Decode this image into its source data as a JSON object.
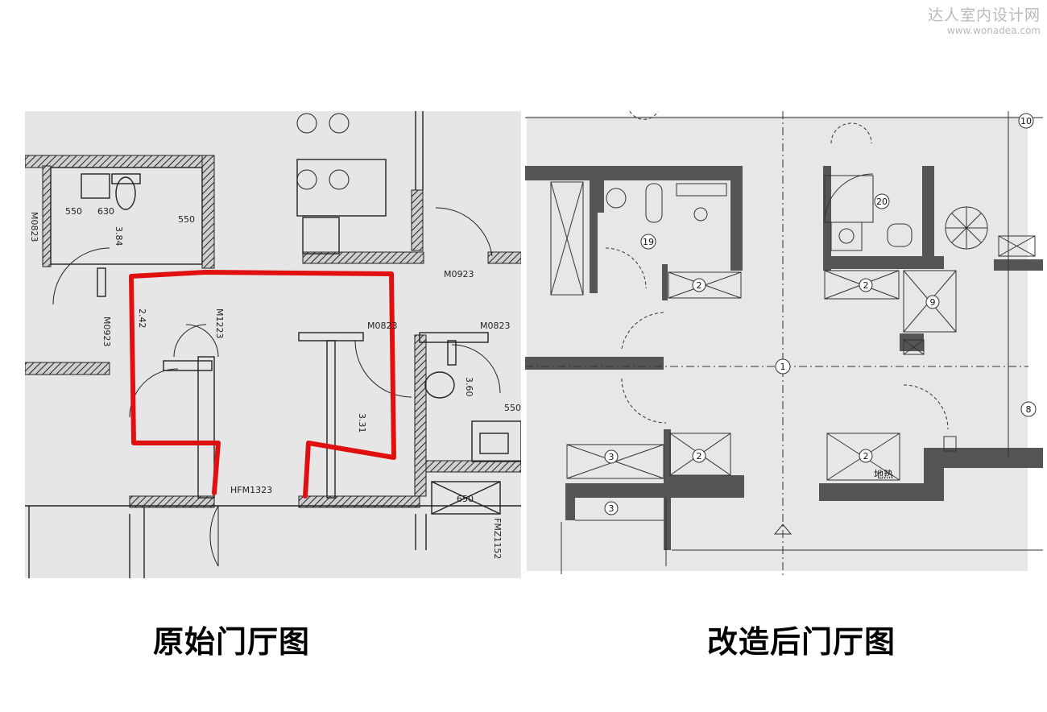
{
  "watermark": {
    "brand": "达人室内设计网",
    "url": "www.wonadea.com"
  },
  "left_plan": {
    "caption": "原始门厅图",
    "labels": {
      "m0823_a": "M0823",
      "d550": "550",
      "d630": "630",
      "d384": "3.84",
      "d550b": "550",
      "m0923_top": "M0923",
      "m0923_vert": "M0923",
      "d242": "2.42",
      "m1223": "M1223",
      "m0823_mid": "M0823",
      "m0823_right": "M0823",
      "d360": "3.60",
      "d550c": "550",
      "d331": "3.31",
      "hfm": "HFM1323",
      "d650": "650",
      "fm": "FMZ1152"
    }
  },
  "right_plan": {
    "caption": "改造后门厅图",
    "labels": {
      "n10": "10",
      "n19": "19",
      "n20": "20",
      "n2a": "2",
      "n2b": "2",
      "n9": "9",
      "n1": "1",
      "n8": "8",
      "n3a": "3",
      "n2c": "2",
      "n2d": "2",
      "heat": "地热",
      "n3b": "3"
    }
  },
  "colors": {
    "highlight": "#e01010",
    "wall": "#555555",
    "plan_bg": "#e6e6e6"
  }
}
